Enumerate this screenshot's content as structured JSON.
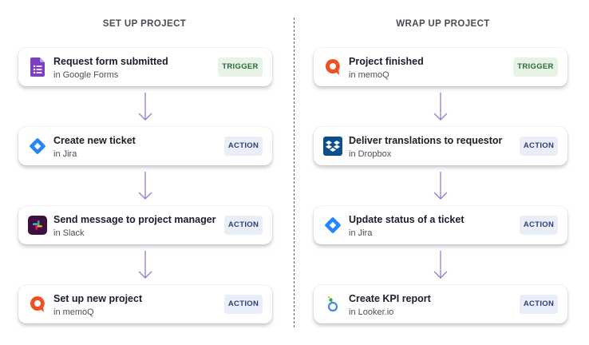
{
  "columns": [
    {
      "title": "SET UP PROJECT",
      "cards": [
        {
          "title": "Request form submitted",
          "app": "in Google Forms",
          "badge": "TRIGGER",
          "icon": "google-forms-icon"
        },
        {
          "title": "Create new ticket",
          "app": "in Jira",
          "badge": "ACTION",
          "icon": "jira-icon"
        },
        {
          "title": "Send message to project manager",
          "app": "in Slack",
          "badge": "ACTION",
          "icon": "slack-icon"
        },
        {
          "title": "Set up new project",
          "app": "in memoQ",
          "badge": "ACTION",
          "icon": "memoq-icon"
        }
      ]
    },
    {
      "title": "WRAP UP PROJECT",
      "cards": [
        {
          "title": "Project finished",
          "app": "in memoQ",
          "badge": "TRIGGER",
          "icon": "memoq-icon"
        },
        {
          "title": "Deliver translations to requestor",
          "app": "in Dropbox",
          "badge": "ACTION",
          "icon": "dropbox-icon"
        },
        {
          "title": "Update status of a ticket",
          "app": "in Jira",
          "badge": "ACTION",
          "icon": "jira-icon"
        },
        {
          "title": "Create KPI report",
          "app": "in Looker.io",
          "badge": "ACTION",
          "icon": "looker-icon"
        }
      ]
    }
  ],
  "colors": {
    "arrow": "#8a7fd0",
    "trigger_bg": "#e6f3e6",
    "action_bg": "#e9eef9",
    "google_forms": "#7b3fbf",
    "jira": "#2684ff",
    "memoq": "#f04e23",
    "dropbox": "#0b4f8c",
    "slack_bg": "#3f0f3f"
  }
}
